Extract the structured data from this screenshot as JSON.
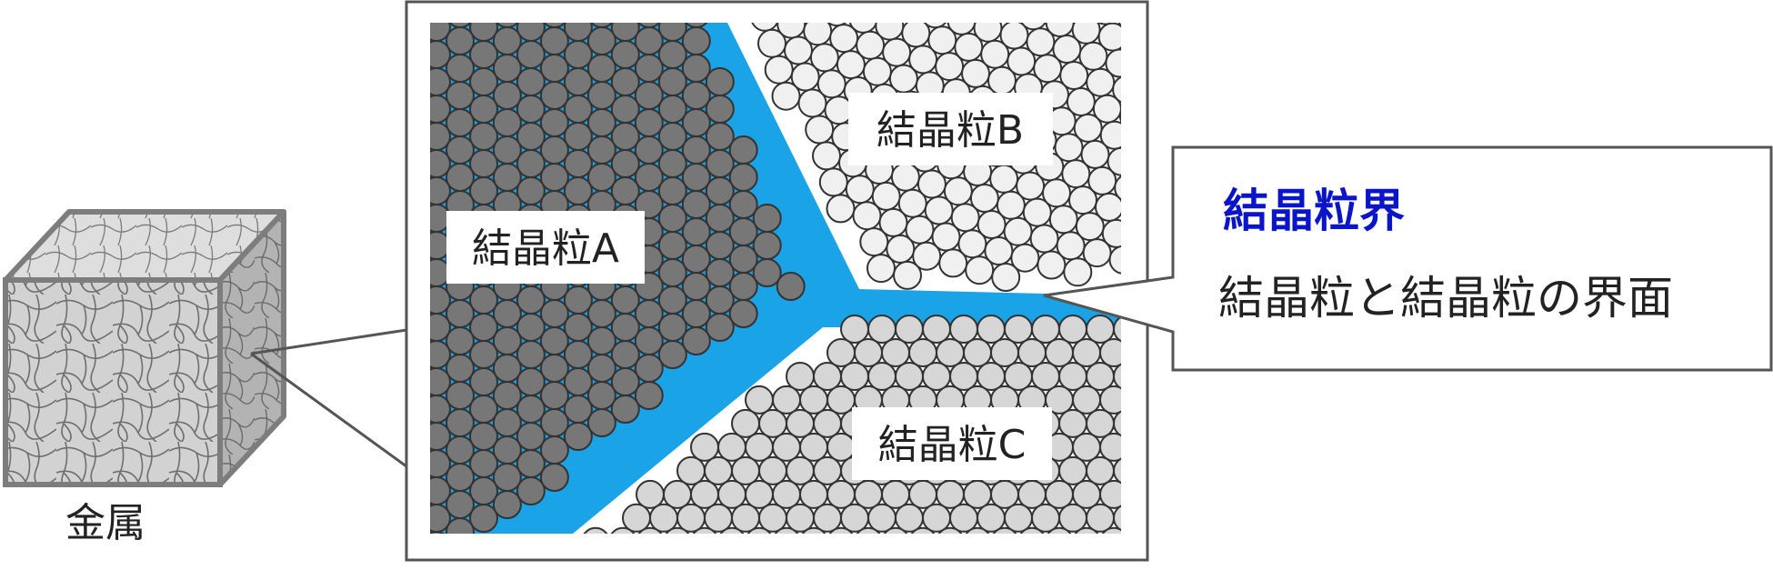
{
  "metal": {
    "label": "金属",
    "face_color": "#c9c9c9",
    "side_color": "#a8a8a8",
    "edge_color": "#7d7d7d"
  },
  "zoom": {
    "boundary_color": "#1aa3e6",
    "grains": [
      {
        "key": "A",
        "label": "結晶粒A",
        "fill": "#777777"
      },
      {
        "key": "B",
        "label": "結晶粒B",
        "fill": "#f0f0f0"
      },
      {
        "key": "C",
        "label": "結晶粒C",
        "fill": "#d6d6d6"
      }
    ]
  },
  "callout": {
    "title": "結晶粒界",
    "title_color": "#0a14c8",
    "description": "結晶粒と結晶粒の界面"
  }
}
